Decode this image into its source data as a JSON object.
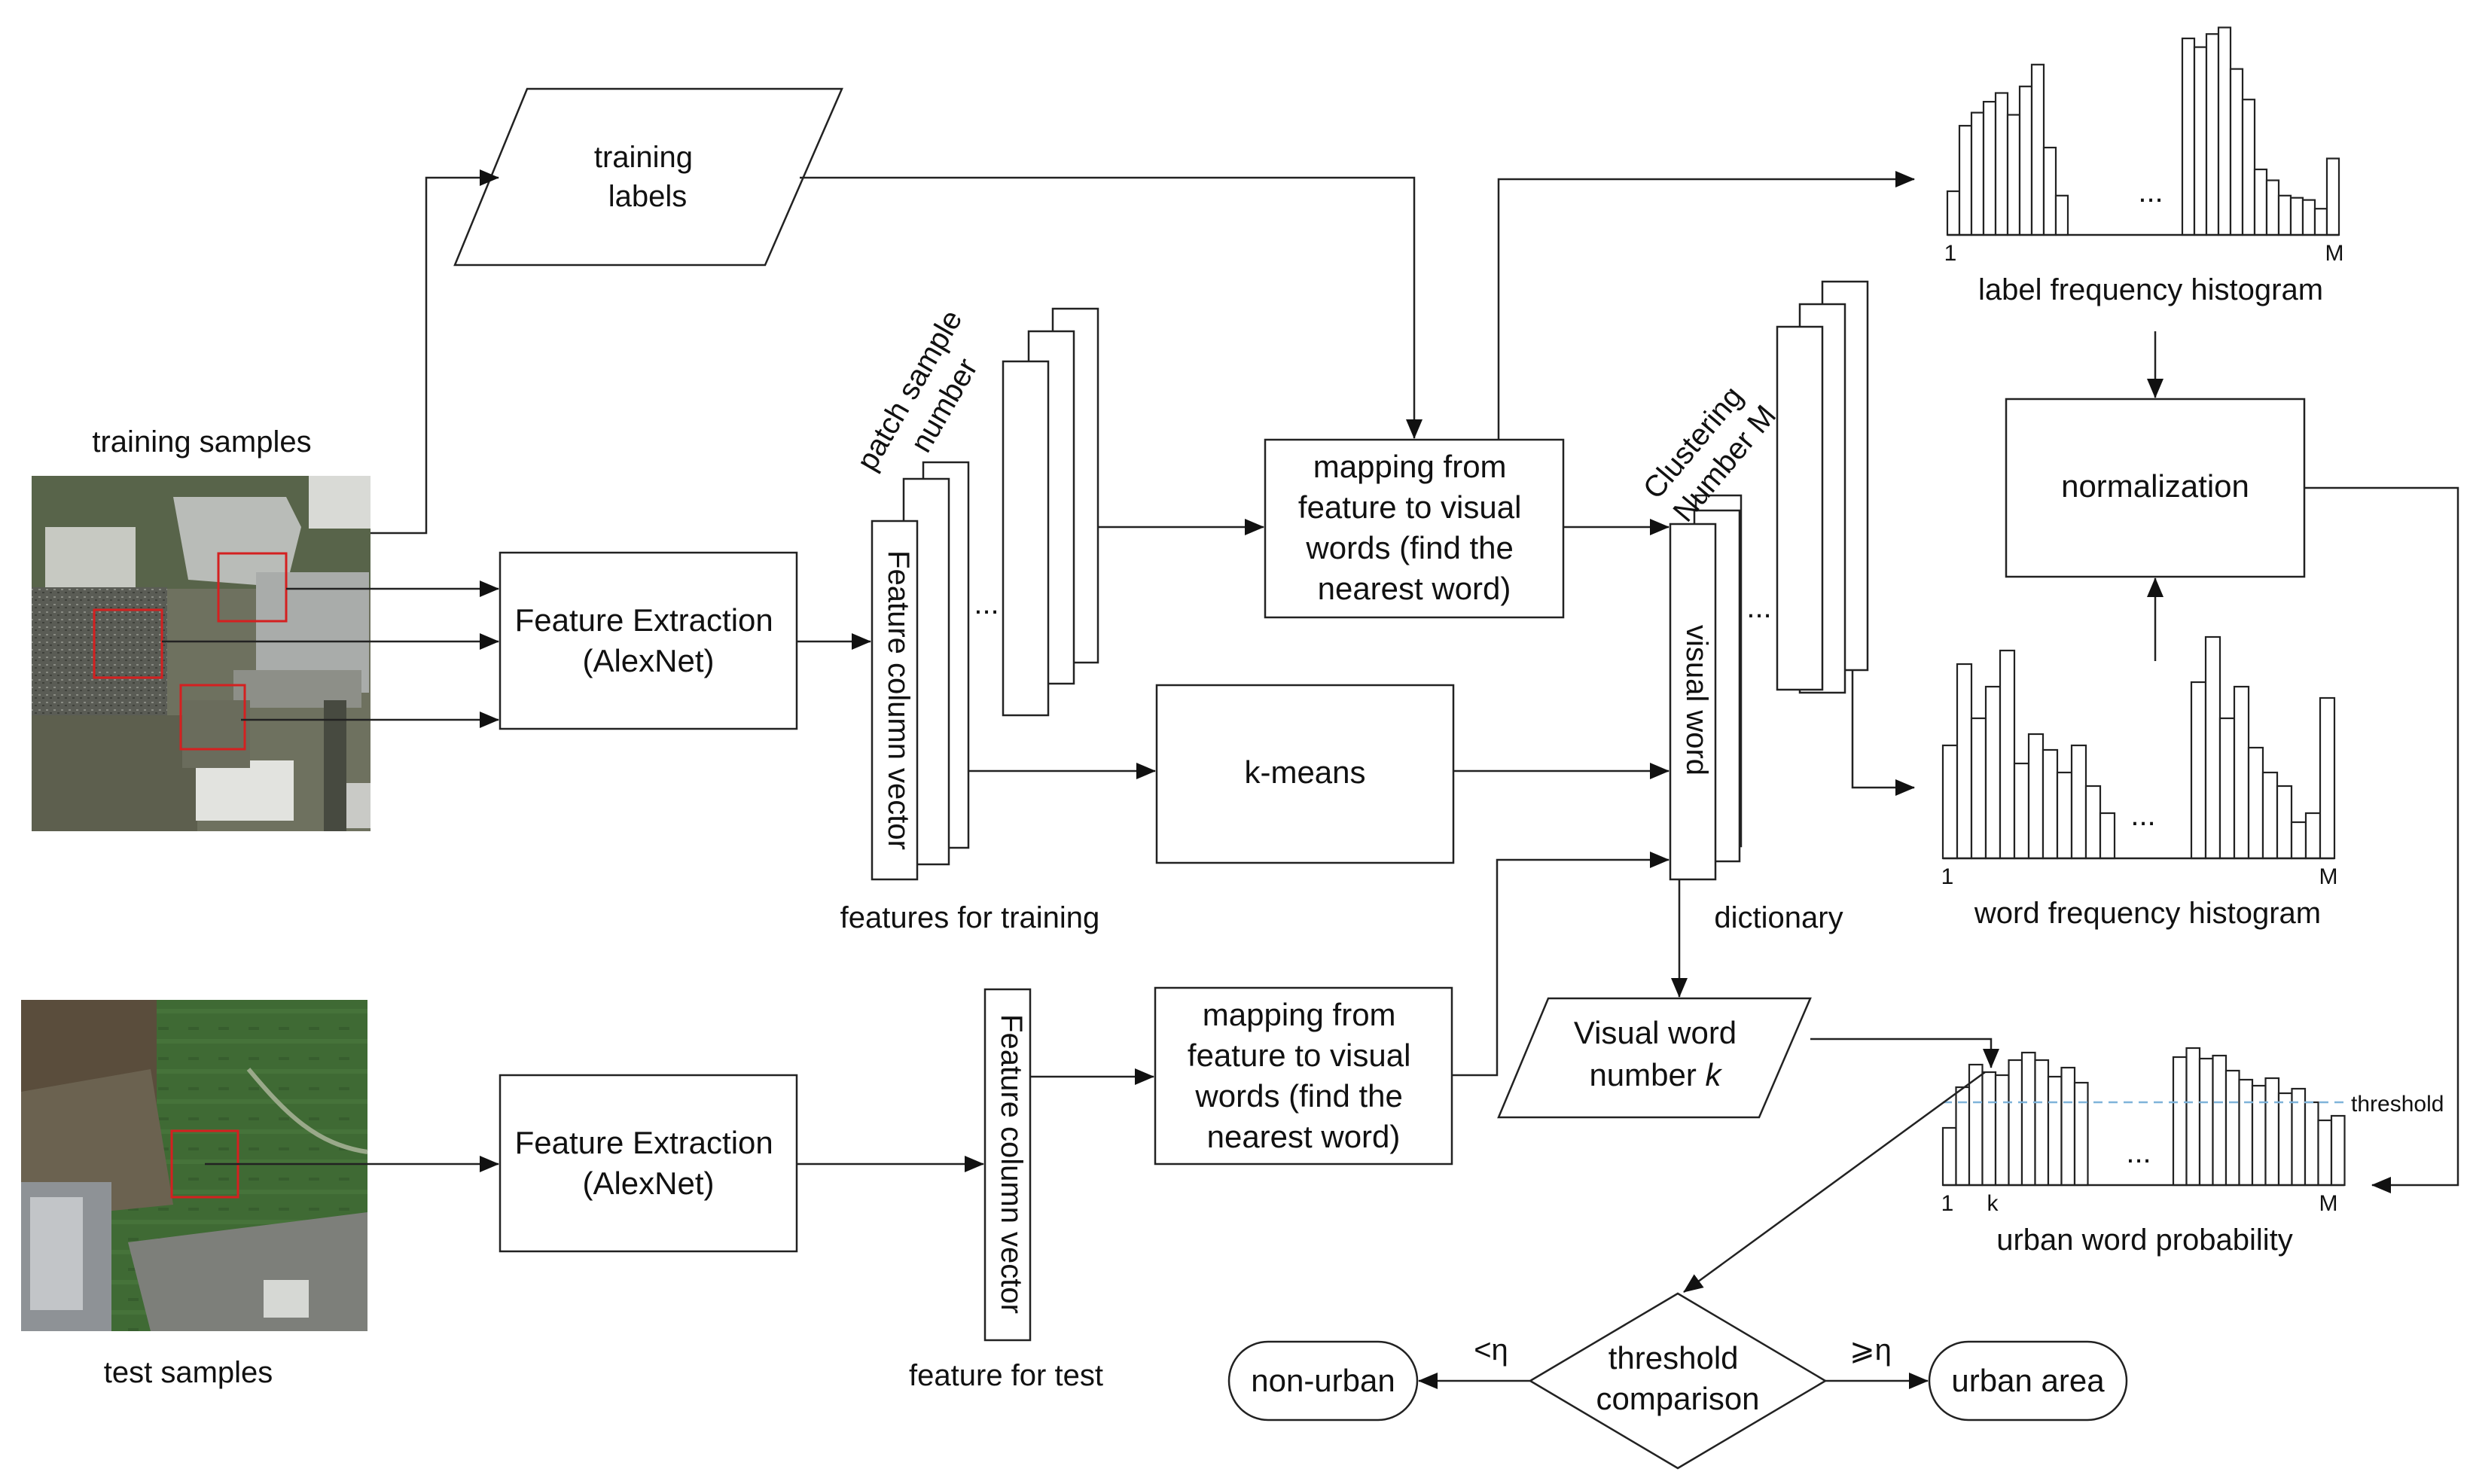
{
  "colors": {
    "line": "#222222",
    "patch_box": "#d42020",
    "threshold_line": "#7fb3d9"
  },
  "images": {
    "training_caption": "training samples",
    "test_caption": "test samples",
    "training_icon": "aerial-photo-industrial",
    "test_icon": "aerial-photo-field"
  },
  "nodes": {
    "training_labels": [
      "training",
      "labels"
    ],
    "feature_extraction_train": [
      "Feature Extraction",
      "(AlexNet)"
    ],
    "feature_extraction_test": [
      "Feature Extraction",
      "(AlexNet)"
    ],
    "feature_column_vector_train": "Feature column vector",
    "feature_column_vector_test": "Feature column vector",
    "patch_sample_number": [
      "patch sample",
      "number"
    ],
    "features_for_training": "features for training",
    "feature_for_test": "feature for test",
    "stack_ellipsis": "...",
    "mapping_train": [
      "mapping from",
      "feature to visual",
      "words (find the",
      "nearest word)"
    ],
    "mapping_test": [
      "mapping from",
      "feature to visual",
      "words (find the",
      "nearest word)"
    ],
    "kmeans": "k-means",
    "clustering_number": [
      "Clustering",
      "Number M"
    ],
    "visual_word": "visual word",
    "dictionary": "dictionary",
    "visual_word_number": [
      "Visual word",
      "number "
    ],
    "visual_word_number_k": "k",
    "normalization": "normalization",
    "threshold_comparison": [
      "threshold",
      "comparison"
    ],
    "non_urban": "non-urban",
    "urban_area": "urban area",
    "less_than": "<η",
    "greater_equal": "⩾η"
  },
  "histograms": {
    "label_freq": {
      "caption": "label frequency histogram",
      "start_label": "1",
      "end_label": "M",
      "ellipsis": "...",
      "left_bars": [
        0.2,
        0.5,
        0.56,
        0.61,
        0.65,
        0.55,
        0.68,
        0.78,
        0.4,
        0.18
      ],
      "right_bars": [
        0.9,
        0.86,
        0.92,
        0.95,
        0.76,
        0.62,
        0.3,
        0.25,
        0.18,
        0.17,
        0.16,
        0.12,
        0.35
      ]
    },
    "word_freq": {
      "caption": "word frequency histogram",
      "start_label": "1",
      "end_label": "M",
      "ellipsis": "...",
      "left_bars": [
        0.5,
        0.86,
        0.62,
        0.76,
        0.92,
        0.42,
        0.55,
        0.48,
        0.38,
        0.5,
        0.32,
        0.2
      ],
      "right_bars": [
        0.78,
        0.98,
        0.62,
        0.76,
        0.49,
        0.38,
        0.32,
        0.16,
        0.2,
        0.71
      ]
    },
    "urban_prob": {
      "caption": "urban word probability",
      "start_label": "1",
      "k_label": "k",
      "end_label": "M",
      "ellipsis": "...",
      "threshold_label": "threshold",
      "threshold": 0.55,
      "left_bars": [
        0.38,
        0.65,
        0.8,
        0.75,
        0.73,
        0.83,
        0.88,
        0.83,
        0.72,
        0.78,
        0.68
      ],
      "right_bars": [
        0.85,
        0.91,
        0.84,
        0.86,
        0.76,
        0.7,
        0.66,
        0.71,
        0.61,
        0.64,
        0.55,
        0.43,
        0.46
      ]
    }
  }
}
